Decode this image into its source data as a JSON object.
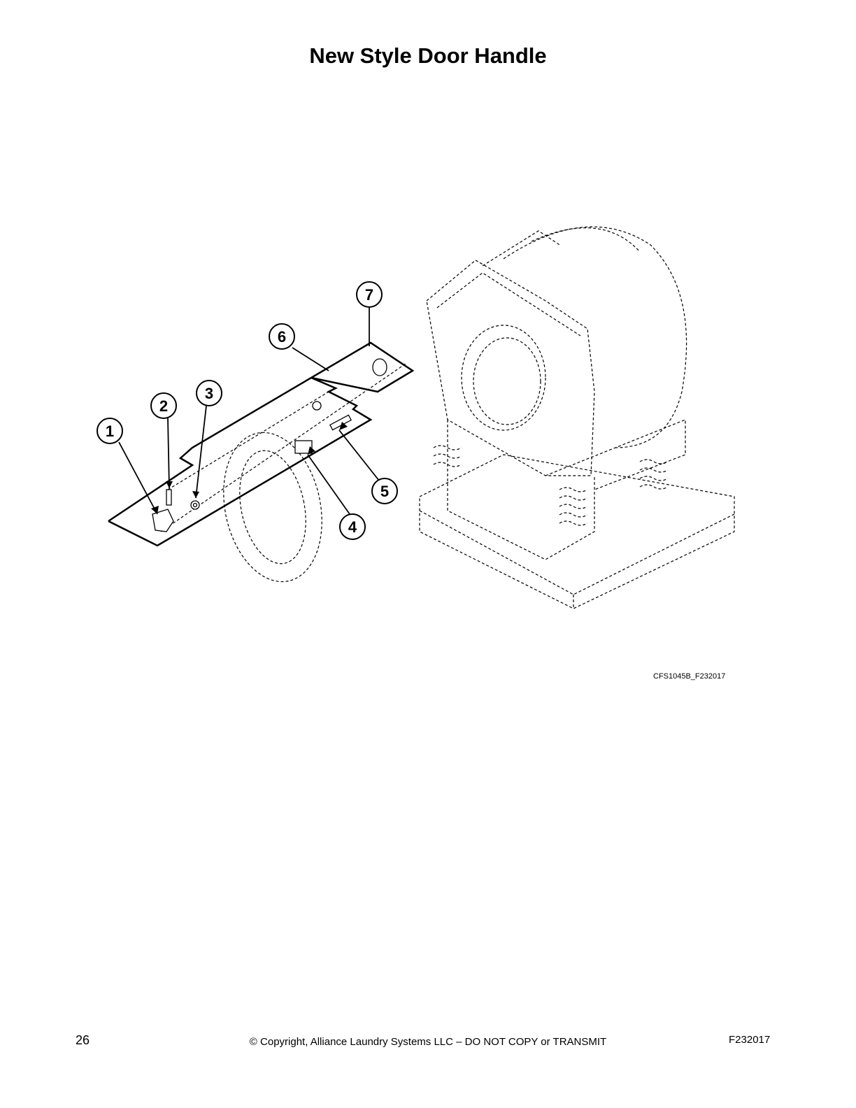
{
  "header": {
    "title": "New Style Door Handle"
  },
  "diagram": {
    "callouts": [
      "1",
      "2",
      "3",
      "4",
      "5",
      "6",
      "7"
    ],
    "figure_code": "CFS1045B_F232017"
  },
  "footer": {
    "page_number": "26",
    "copyright": "© Copyright, Alliance Laundry Systems LLC – DO NOT COPY or TRANSMIT",
    "doc_code": "F232017"
  }
}
